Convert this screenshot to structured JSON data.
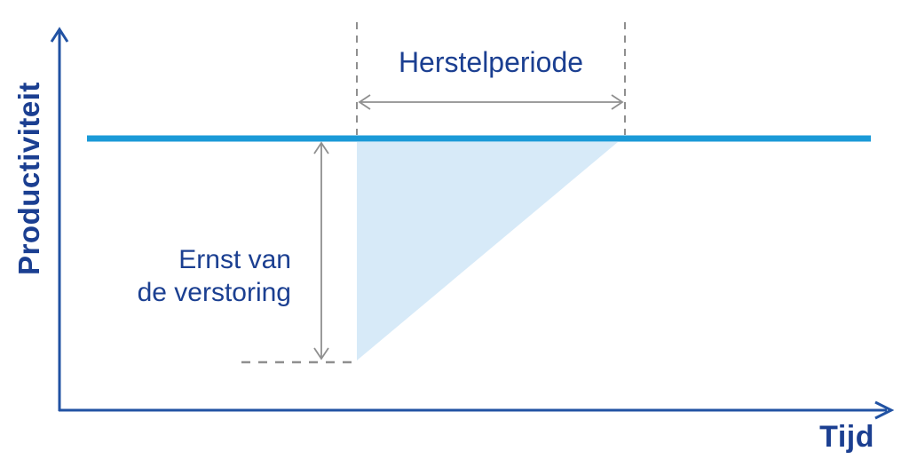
{
  "chart": {
    "y_axis": {
      "label": "Productiviteit"
    },
    "x_axis": {
      "label": "Tijd"
    },
    "annotations": {
      "recovery_period": "Herstelperiode",
      "severity": [
        "Ernst van",
        "de verstoring"
      ]
    }
  },
  "colors": {
    "navy_text": "#1b3f91",
    "navy_axis": "#2152a3",
    "bright_blue": "#1b9ad7",
    "light_blue": "#d7eaf8",
    "gray": "#8f8f8f"
  }
}
